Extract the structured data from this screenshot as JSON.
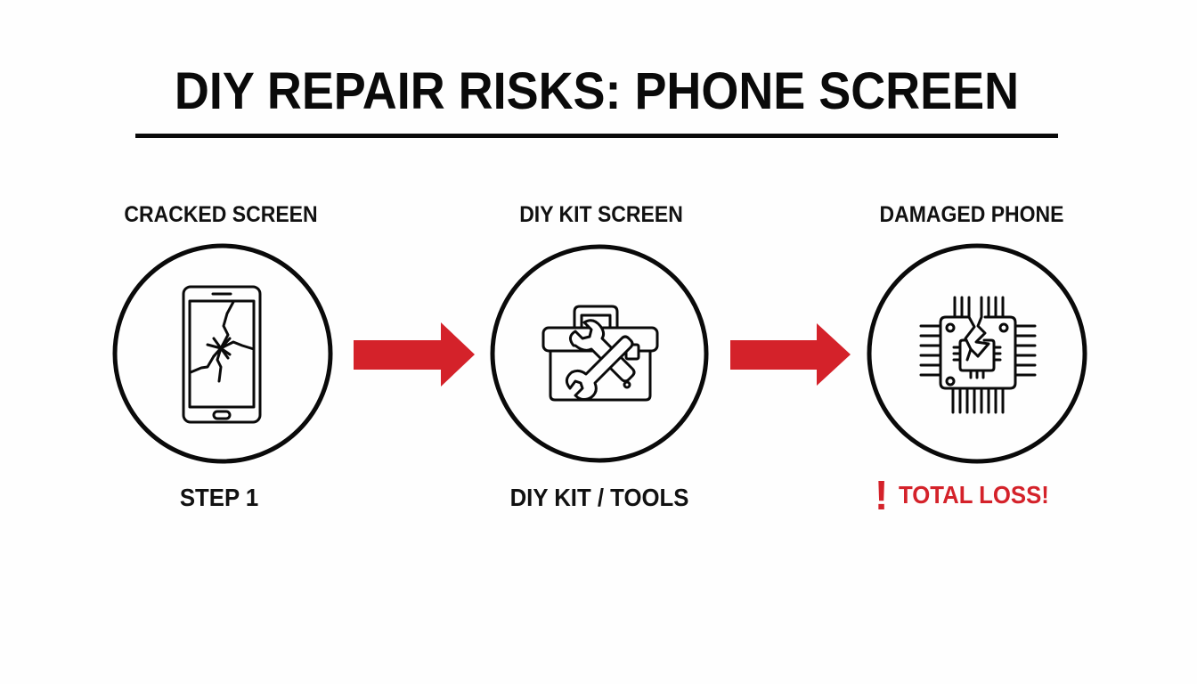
{
  "title": "DIY REPAIR RISKS: PHONE SCREEN",
  "colors": {
    "text": "#0a0a0a",
    "accent_red": "#d4222a",
    "background": "#fefefe"
  },
  "steps": [
    {
      "top_label": "CRACKED SCREEN",
      "icon": "cracked-phone-icon",
      "bottom_label": "STEP 1"
    },
    {
      "top_label": "DIY KIT SCREEN",
      "icon": "toolbox-wrench-icon",
      "bottom_label": "DIY KIT / TOOLS"
    },
    {
      "top_label": "DAMAGED PHONE",
      "icon": "broken-chip-icon",
      "bottom_label": "TOTAL LOSS!",
      "warning_mark": "!"
    }
  ],
  "arrows": [
    {
      "from": "CRACKED SCREEN",
      "to": "DIY KIT SCREEN",
      "color": "#d4222a"
    },
    {
      "from": "DIY KIT SCREEN",
      "to": "DAMAGED PHONE",
      "color": "#d4222a"
    }
  ]
}
